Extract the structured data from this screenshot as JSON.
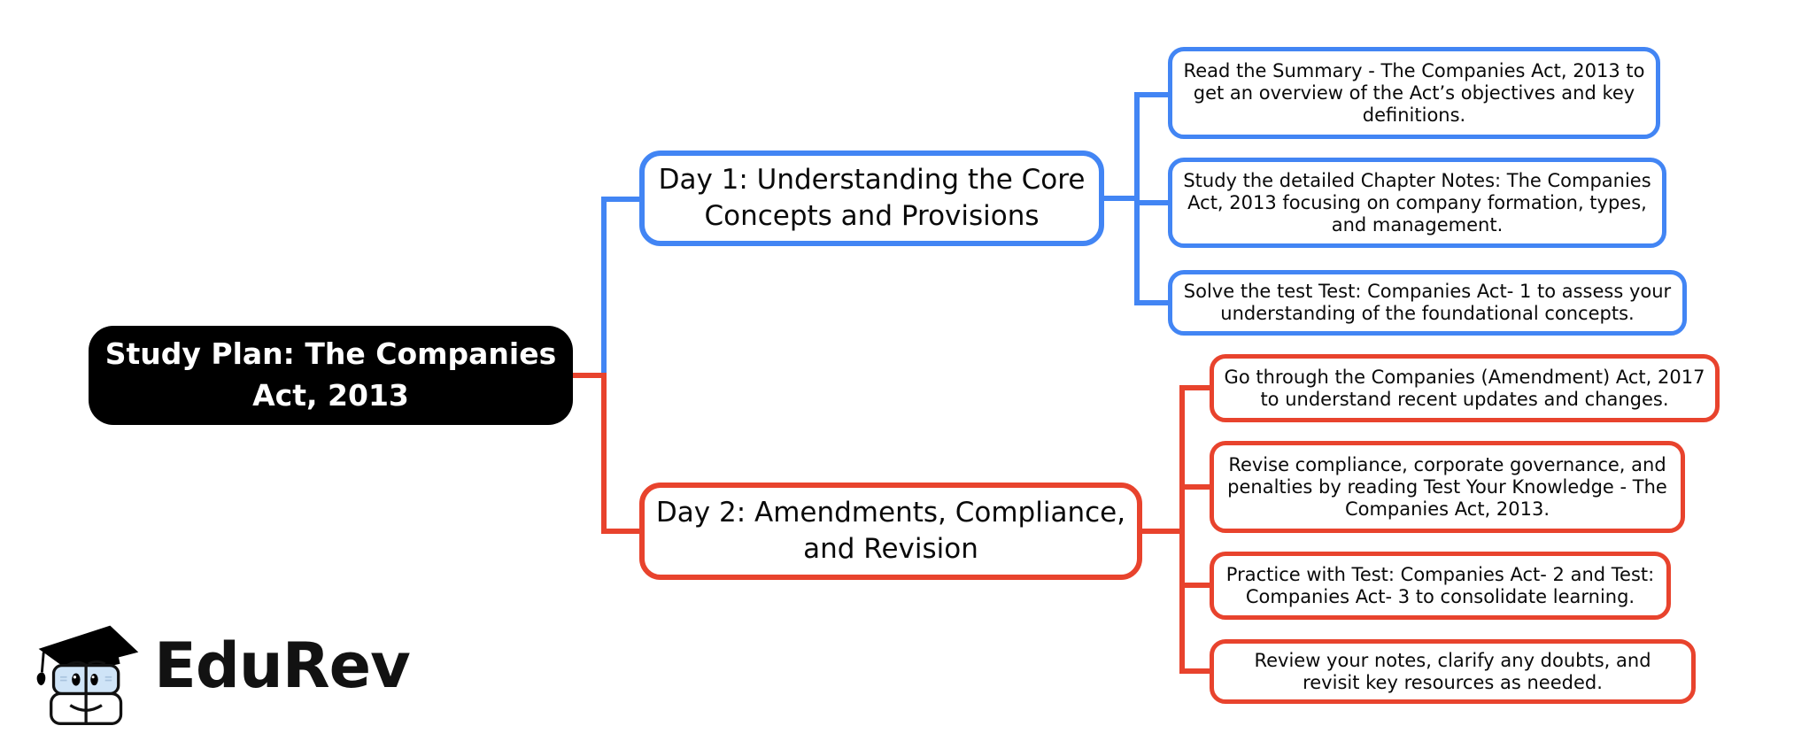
{
  "root": {
    "label": "Study Plan: The Companies Act, 2013"
  },
  "branches": [
    {
      "id": "day1",
      "label": "Day 1: Understanding the Core Concepts and Provisions",
      "color": "#4285f4",
      "leaves": [
        "Read the Summary - The Companies Act, 2013 to get an overview of the Act’s objectives and key definitions.",
        "Study the detailed Chapter Notes: The Companies Act, 2013 focusing on company formation, types, and management.",
        "Solve the test Test: Companies Act- 1 to assess your understanding of the foundational concepts."
      ]
    },
    {
      "id": "day2",
      "label": "Day 2: Amendments, Compliance, and Revision",
      "color": "#e8432d",
      "leaves": [
        "Go through the Companies (Amendment) Act, 2017 to understand recent updates and changes.",
        "Revise compliance, corporate governance, and penalties by reading Test Your Knowledge - The Companies Act, 2013.",
        "Practice with Test: Companies Act- 2 and Test: Companies Act- 3 to consolidate learning.",
        "Review your notes, clarify any doubts, and revisit key resources as needed."
      ]
    }
  ],
  "logo": {
    "text": "EduRev",
    "mascot": "graduation-cap-books-mascot"
  },
  "colors": {
    "blue": "#4285f4",
    "red": "#e8432d",
    "root_bg": "#000000",
    "root_text": "#ffffff",
    "leaf_bg": "#ffffff"
  }
}
